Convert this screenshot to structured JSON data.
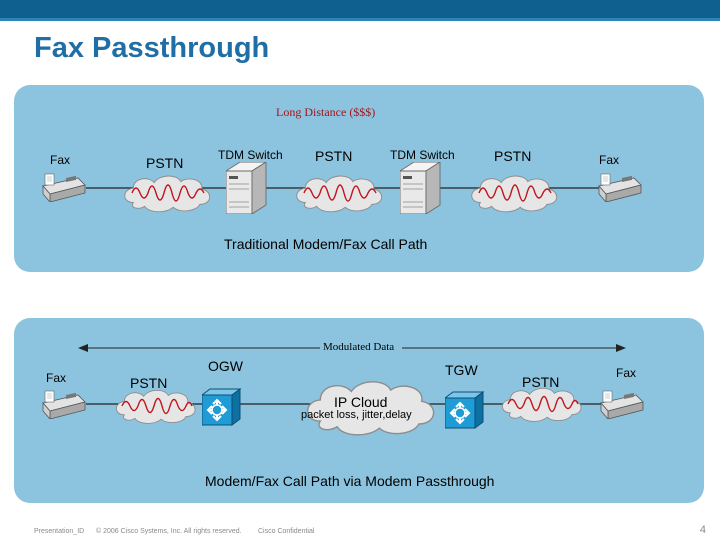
{
  "title": "Fax Passthrough",
  "top_diagram": {
    "long_distance_label": "Long Distance ($$$)",
    "fax_left": "Fax",
    "pstn_1": "PSTN",
    "tdm_switch_1": "TDM Switch",
    "pstn_2": "PSTN",
    "tdm_switch_2": "TDM Switch",
    "pstn_3": "PSTN",
    "fax_right": "Fax",
    "caption": "Traditional Modem/Fax  Call Path"
  },
  "bottom_diagram": {
    "modulated_data_label": "Modulated Data",
    "fax_left": "Fax",
    "pstn_left": "PSTN",
    "ogw": "OGW",
    "ip_cloud": "IP Cloud",
    "ip_cloud_sub": "packet loss, jitter,delay",
    "tgw": "TGW",
    "pstn_right": "PSTN",
    "fax_right": "Fax",
    "caption": "Modem/Fax Call Path via Modem Passthrough"
  },
  "footer": {
    "presentation_id": "Presentation_ID",
    "copyright": "© 2006 Cisco Systems, Inc. All rights reserved.",
    "confidential": "Cisco Confidential",
    "page_number": "4"
  },
  "colors": {
    "brand_blue": "#0f5f8f",
    "panel_blue": "#8cc4df",
    "title_blue": "#1f6fa6",
    "signal_red": "#c0151c",
    "long_distance_red": "#a4141c"
  }
}
